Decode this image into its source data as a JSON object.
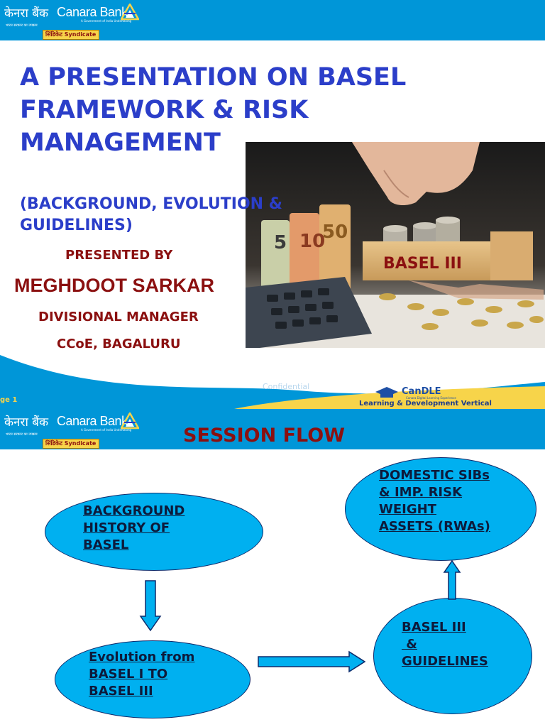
{
  "header": {
    "logo_hindi": "केनरा बैंक",
    "logo_name": "Canara Bank",
    "logo_tagline_hindi": "भारत सरकार का उपक्रम",
    "logo_tagline_en": "A Government of India Undertaking",
    "logo_merger": "सिंडिकेट Syndicate"
  },
  "slide1": {
    "title": "A PRESENTATION ON BASEL FRAMEWORK & RISK MANAGEMENT",
    "subtitle": "(BACKGROUND, EVOLUTION & GUIDELINES)",
    "presented_by": "PRESENTED BY",
    "presenter": "MEGHDOOT SARKAR",
    "designation": "DIVISIONAL  MANAGER",
    "office": "CCoE, BAGALURU",
    "image_label": "BASEL III",
    "confidential": "Confidential",
    "page_label": "ge  1",
    "brand_name": "CanDLE",
    "brand_sub": "Canara Digital Learning Experience",
    "vertical": "Learning & Development Vertical"
  },
  "slide2": {
    "title": "SESSION FLOW",
    "nodes": {
      "background": [
        "BACKGROUND",
        "HISTORY OF",
        "BASEL"
      ],
      "evolution": [
        "Evolution from",
        "BASEL I TO",
        "BASEL III"
      ],
      "guidelines": [
        "BASEL III",
        " &",
        "GUIDELINES"
      ],
      "domestic": [
        "DOMESTIC SIBs",
        "& IMP. RISK",
        "WEIGHT",
        "ASSETS (RWAs)"
      ]
    }
  },
  "colors": {
    "header_blue": "#0096d8",
    "title_blue": "#2b3ec9",
    "maroon": "#8b1010",
    "ellipse_fill": "#00b0f0",
    "accent_yellow": "#f7d44a"
  }
}
